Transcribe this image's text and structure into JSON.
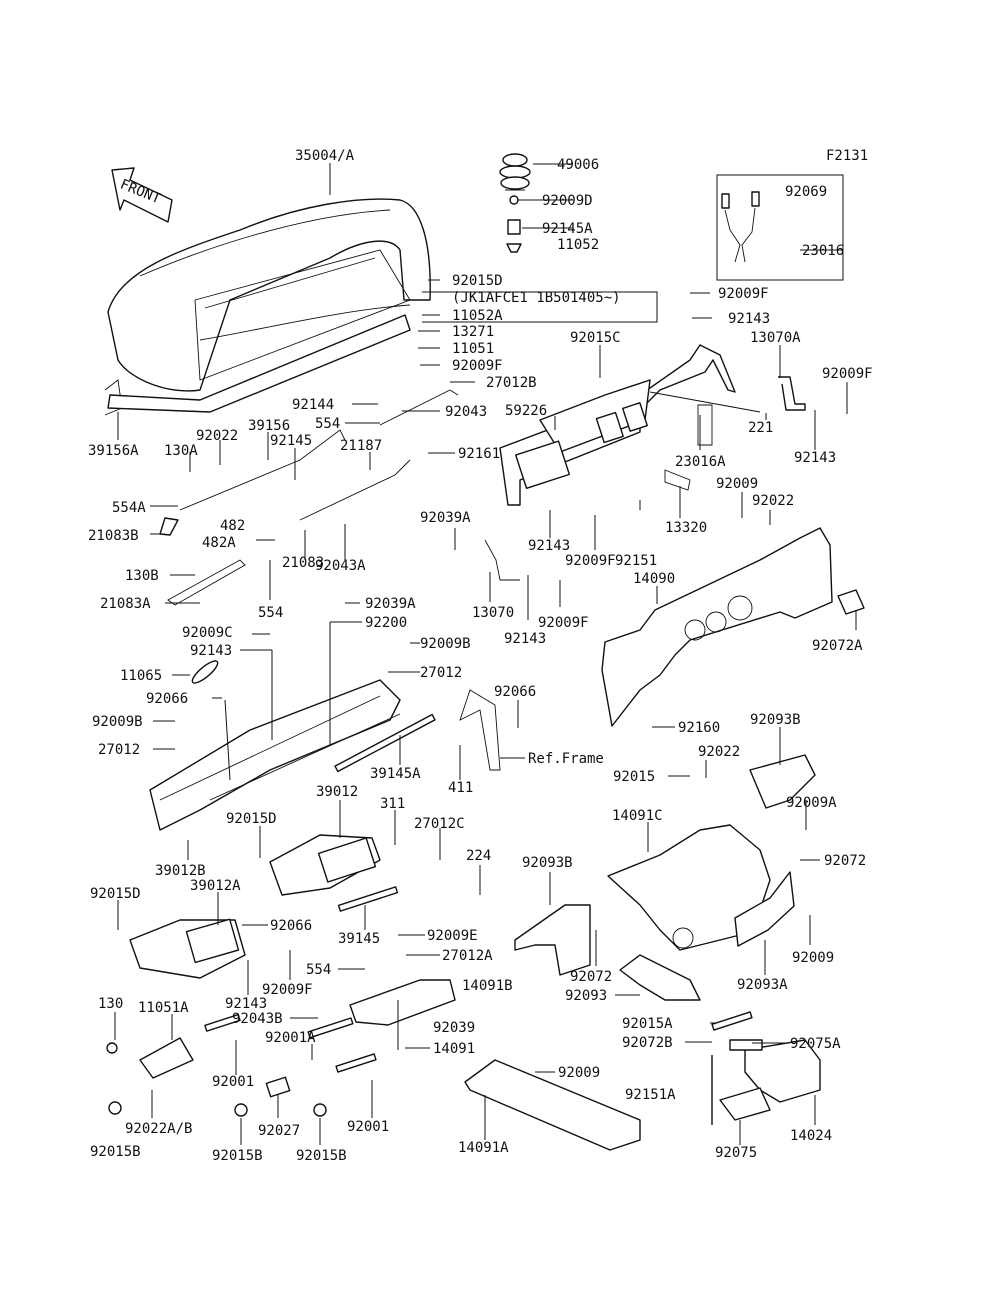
{
  "figure_code": "F2131",
  "front_label": "FRONT",
  "labels": [
    "35004/A",
    "49006",
    "92009D",
    "92145A",
    "11052",
    "92069",
    "23016",
    "92015D",
    "(JK1AFCE1 1B501405~)",
    "11052A",
    "13271",
    "11051",
    "92009F",
    "27012B",
    "92009F",
    "92143",
    "13070A",
    "92009F",
    "92015C",
    "92144",
    "92043",
    "554",
    "39156A",
    "130A",
    "92022",
    "39156",
    "92145",
    "21187",
    "92161",
    "59226",
    "221",
    "92143",
    "23016A",
    "554A",
    "21083B",
    "482",
    "482A",
    "92043A",
    "130B",
    "21083A",
    "21083",
    "554",
    "92009",
    "92022",
    "92039A",
    "92143",
    "92009F",
    "92151",
    "13320",
    "14090",
    "13070",
    "92009F",
    "92143",
    "92072A",
    "92039A",
    "92200",
    "92009C",
    "92143",
    "92009B",
    "11065",
    "27012",
    "92066",
    "92009B",
    "92066",
    "27012",
    "39145A",
    "92160",
    "92093B",
    "Ref.Frame",
    "411",
    "92022",
    "92015",
    "92009A",
    "39012",
    "92015D",
    "311",
    "27012C",
    "14091C",
    "92072",
    "224",
    "39012B",
    "92093B",
    "92015D",
    "39012A",
    "92066",
    "39145",
    "92009E",
    "27012A",
    "92009",
    "554",
    "92143",
    "92009F",
    "14091B",
    "92072",
    "92093",
    "92093A",
    "92043B",
    "92039",
    "130",
    "11051A",
    "92001A",
    "14091",
    "92015A",
    "92075A",
    "92072B",
    "92001",
    "92009",
    "92151A",
    "92022A/B",
    "92027",
    "92001",
    "14091A",
    "14024",
    "92015B",
    "92015B",
    "92015B",
    "92075"
  ]
}
